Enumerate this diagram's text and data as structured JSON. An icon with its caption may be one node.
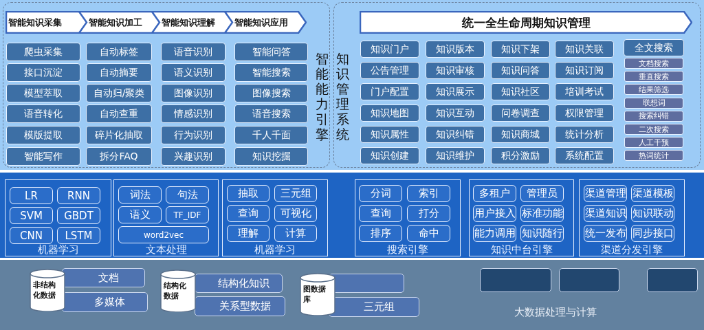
{
  "diagram": {
    "nodes": [
      {
        "text": [
          "智能能力引擎"
        ]
      },
      {
        "text": [
          "智能知识采集"
        ],
        "in": 0
      },
      {
        "text": [
          "智能知识加工"
        ],
        "in": 0
      },
      {
        "text": [
          "智能知识理解"
        ],
        "in": 0
      },
      {
        "text": [
          "智能知识应用"
        ],
        "in": 0
      },
      {
        "text": [
          "爬虫采集"
        ],
        "in": 0
      },
      {
        "text": [
          "自动标签"
        ],
        "in": 0
      },
      {
        "text": [
          "语音识别"
        ],
        "in": 0
      },
      {
        "text": [
          "智能问答"
        ],
        "in": 0
      },
      {
        "text": [
          "接口沉淀"
        ],
        "in": 0
      },
      {
        "text": [
          "自动摘要"
        ],
        "in": 0
      },
      {
        "text": [
          "语义识别"
        ],
        "in": 0
      },
      {
        "text": [
          "智能搜索"
        ],
        "in": 0
      },
      {
        "text": [
          "模型萃取"
        ],
        "in": 0
      },
      {
        "text": [
          "自动归/聚类"
        ],
        "in": 0
      },
      {
        "text": [
          "图像识别"
        ],
        "in": 0
      },
      {
        "text": [
          "图像搜索"
        ],
        "in": 0
      },
      {
        "text": [
          "语音转化"
        ],
        "in": 0
      },
      {
        "text": [
          "自动查重"
        ],
        "in": 0
      },
      {
        "text": [
          "情感识别"
        ],
        "in": 0
      },
      {
        "text": [
          "语音搜索"
        ],
        "in": 0
      },
      {
        "text": [
          "模版提取"
        ],
        "in": 0
      },
      {
        "text": [
          "碎片化抽取"
        ],
        "in": 0
      },
      {
        "text": [
          "行为识别"
        ],
        "in": 0
      },
      {
        "text": [
          "千人千面"
        ],
        "in": 0
      },
      {
        "text": [
          "智能写作"
        ],
        "in": 0
      },
      {
        "text": [
          "拆分FAQ"
        ],
        "in": 0
      },
      {
        "text": [
          "兴趣识别"
        ],
        "in": 0
      },
      {
        "text": [
          "知识挖掘"
        ],
        "in": 0
      },
      {
        "text": [
          "知识管理系统"
        ]
      },
      {
        "text": [
          "统一全生命周期知识管理"
        ],
        "in": 29
      },
      {
        "text": [
          "知识门户"
        ],
        "in": 29
      },
      {
        "text": [
          "知识版本"
        ],
        "in": 29
      },
      {
        "text": [
          "知识下架"
        ],
        "in": 29
      },
      {
        "text": [
          "知识关联"
        ],
        "in": 29
      },
      {
        "text": [
          "公告管理"
        ],
        "in": 29
      },
      {
        "text": [
          "知识审核"
        ],
        "in": 29
      },
      {
        "text": [
          "知识问答"
        ],
        "in": 29
      },
      {
        "text": [
          "知识订阅"
        ],
        "in": 29
      },
      {
        "text": [
          "门户配置"
        ],
        "in": 29
      },
      {
        "text": [
          "知识展示"
        ],
        "in": 29
      },
      {
        "text": [
          "知识社区"
        ],
        "in": 29
      },
      {
        "text": [
          "培训考试"
        ],
        "in": 29
      },
      {
        "text": [
          "知识地图"
        ],
        "in": 29
      },
      {
        "text": [
          "知识互动"
        ],
        "in": 29
      },
      {
        "text": [
          "问卷调查"
        ],
        "in": 29
      },
      {
        "text": [
          "权限管理"
        ],
        "in": 29
      },
      {
        "text": [
          "知识属性"
        ],
        "in": 29
      },
      {
        "text": [
          "知识纠错"
        ],
        "in": 29
      },
      {
        "text": [
          "知识商城"
        ],
        "in": 29
      },
      {
        "text": [
          "统计分析"
        ],
        "in": 29
      },
      {
        "text": [
          "知识创建"
        ],
        "in": 29
      },
      {
        "text": [
          "知识维护"
        ],
        "in": 29
      },
      {
        "text": [
          "积分激励"
        ],
        "in": 29
      },
      {
        "text": [
          "系统配置"
        ],
        "in": 29
      },
      {
        "text": [
          "全文搜索"
        ],
        "in": 29
      },
      {
        "text": [
          "文档搜索"
        ],
        "in": 29
      },
      {
        "text": [
          "垂直搜索"
        ],
        "in": 29
      },
      {
        "text": [
          "结果筛选"
        ],
        "in": 29
      },
      {
        "text": [
          "联想词"
        ],
        "in": 29
      },
      {
        "text": [
          "搜索纠错"
        ],
        "in": 29
      },
      {
        "text": [
          "二次搜索"
        ],
        "in": 29
      },
      {
        "text": [
          "人工干预"
        ],
        "in": 29
      },
      {
        "text": [
          "热词统计"
        ],
        "in": 29
      },
      {
        "text": [
          "机器学习"
        ]
      },
      {
        "text": [
          "LR"
        ],
        "in": 64
      },
      {
        "text": [
          "RNN"
        ],
        "in": 64
      },
      {
        "text": [
          "SVM"
        ],
        "in": 64
      },
      {
        "text": [
          "GBDT"
        ],
        "in": 64
      },
      {
        "text": [
          "CNN"
        ],
        "in": 64
      },
      {
        "text": [
          "LSTM"
        ],
        "in": 64
      },
      {
        "text": [
          "文本处理"
        ]
      },
      {
        "text": [
          "词法"
        ],
        "in": 71
      },
      {
        "text": [
          "句法"
        ],
        "in": 71
      },
      {
        "text": [
          "语义"
        ],
        "in": 71
      },
      {
        "text": [
          "TF_IDF"
        ],
        "in": 71
      },
      {
        "text": [
          "word2vec"
        ],
        "in": 71
      },
      {
        "text": [
          "机器学习"
        ]
      },
      {
        "text": [
          "抽取"
        ],
        "in": 77
      },
      {
        "text": [
          "三元组"
        ],
        "in": 77
      },
      {
        "text": [
          "查询"
        ],
        "in": 77
      },
      {
        "text": [
          "可视化"
        ],
        "in": 77
      },
      {
        "text": [
          "理解"
        ],
        "in": 77
      },
      {
        "text": [
          "计算"
        ],
        "in": 77
      },
      {
        "text": [
          "搜索引擎"
        ]
      },
      {
        "text": [
          "分词"
        ],
        "in": 84
      },
      {
        "text": [
          "索引"
        ],
        "in": 84
      },
      {
        "text": [
          "查询"
        ],
        "in": 84
      },
      {
        "text": [
          "打分"
        ],
        "in": 84
      },
      {
        "text": [
          "排序"
        ],
        "in": 84
      },
      {
        "text": [
          "命中"
        ],
        "in": 84
      },
      {
        "text": [
          "知识中台引擎"
        ]
      },
      {
        "text": [
          "多租户"
        ],
        "in": 91
      },
      {
        "text": [
          "管理员"
        ],
        "in": 91
      },
      {
        "text": [
          "用户接入"
        ],
        "in": 91
      },
      {
        "text": [
          "标准功能"
        ],
        "in": 91
      },
      {
        "text": [
          "能力调用"
        ],
        "in": 91
      },
      {
        "text": [
          "知识随行"
        ],
        "in": 91
      },
      {
        "text": [
          "渠道分发引擎"
        ]
      },
      {
        "text": [
          "渠道管理"
        ],
        "in": 98
      },
      {
        "text": [
          "渠道模板"
        ],
        "in": 98
      },
      {
        "text": [
          "渠道知识"
        ],
        "in": 98
      },
      {
        "text": [
          "知识联动"
        ],
        "in": 98
      },
      {
        "text": [
          "统一发布"
        ],
        "in": 98
      },
      {
        "text": [
          "同步接口"
        ],
        "in": 98
      },
      {
        "text": [
          "非结构化数据"
        ]
      },
      {
        "text": [
          "文档"
        ]
      },
      {
        "text": [
          "多媒体"
        ]
      },
      {
        "text": [
          "结构化数据"
        ]
      },
      {
        "text": [
          "结构化知识"
        ]
      },
      {
        "text": [
          "关系型数据"
        ]
      },
      {
        "text": [
          "图数据库"
        ]
      },
      {
        "text": [],
        "shape": "box"
      },
      {
        "text": [
          "三元组"
        ]
      },
      {
        "text": [],
        "shape": "box"
      },
      {
        "text": [],
        "shape": "box"
      },
      {
        "text": [],
        "shape": "box"
      }
    ],
    "labels": [
      "大数据处理与计算"
    ]
  }
}
